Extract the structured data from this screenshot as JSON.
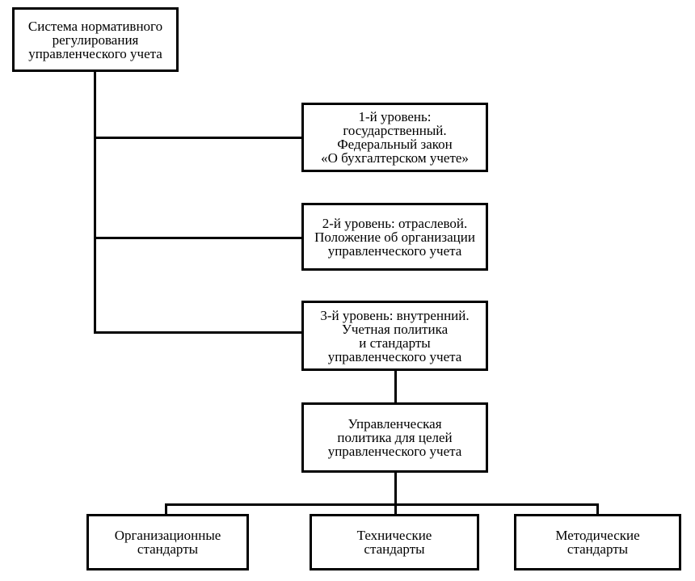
{
  "diagram": {
    "root": {
      "text": "Система нормативного\nрегулирования\nуправленческого учета"
    },
    "levels": [
      {
        "text": "1-й уровень:\nгосударственный.\nФедеральный закон\n«О бухгалтерском учете»"
      },
      {
        "text": "2-й уровень: отраслевой.\nПоложение об организации\nуправленческого учета"
      },
      {
        "text": "3-й уровень: внутренний.\nУчетная политика\nи стандарты\nуправленческого учета"
      }
    ],
    "policy": {
      "text": "Управленческая\nполитика для целей\nуправленческого учета"
    },
    "standards": [
      {
        "text": "Организационные\nстандарты"
      },
      {
        "text": "Технические\nстандарты"
      },
      {
        "text": "Методические\nстандарты"
      }
    ]
  }
}
